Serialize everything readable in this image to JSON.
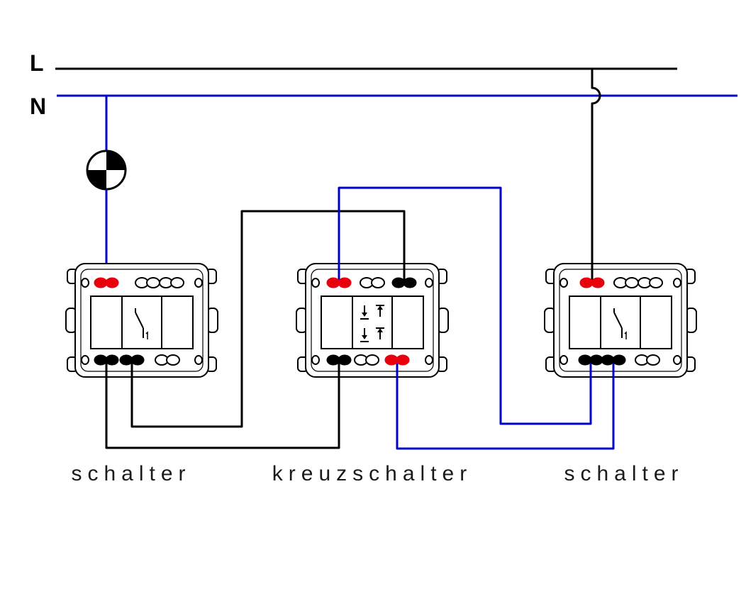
{
  "diagram": {
    "type": "electrical-wiring-diagram",
    "circuit": "kreuzschaltung: one lamp controlled from three positions (two two-way switches and one cross switch)",
    "conductor_labels": {
      "line": "L",
      "neutral": "N"
    },
    "labels": {
      "left": "schalter",
      "middle": "kreuzschalter",
      "right": "schalter"
    },
    "components": [
      {
        "id": "lamp",
        "kind": "lamp",
        "symbol": "quartered-circle",
        "connections": [
          "N busbar",
          "left schalter top red terminal"
        ]
      },
      {
        "id": "switch-left",
        "kind": "two-way switch insert",
        "label": "schalter",
        "terminals": {
          "top": [
            "red",
            "open",
            "open"
          ],
          "bottom": [
            "black",
            "black",
            "open"
          ]
        }
      },
      {
        "id": "switch-middle",
        "kind": "cross (intermediate) switch insert",
        "label": "kreuzschalter",
        "terminals": {
          "top": [
            "red",
            "open",
            "black"
          ],
          "bottom": [
            "black",
            "open",
            "red"
          ]
        }
      },
      {
        "id": "switch-right",
        "kind": "two-way switch insert",
        "label": "schalter",
        "terminals": {
          "top": [
            "red",
            "open",
            "open"
          ],
          "bottom": [
            "black",
            "black",
            "open"
          ]
        }
      }
    ],
    "wires": [
      {
        "name": "L busbar",
        "color": "black"
      },
      {
        "name": "N busbar",
        "color": "blue"
      },
      {
        "name": "line feed",
        "color": "black",
        "from": "L busbar",
        "to": "right schalter top red terminal",
        "note": "hops over N busbar"
      },
      {
        "name": "neutral to lamp",
        "color": "blue",
        "from": "N busbar",
        "to": "lamp"
      },
      {
        "name": "lamp to left switch",
        "color": "blue",
        "from": "lamp",
        "to": "left schalter top red terminal"
      },
      {
        "name": "corresponding wire 1",
        "color": "black",
        "from": "left schalter bottom terminal 1",
        "to": "kreuzschalter bottom-left black terminal"
      },
      {
        "name": "corresponding wire 2",
        "color": "black",
        "from": "left schalter bottom terminal 2",
        "to": "kreuzschalter top-right black terminal"
      },
      {
        "name": "corresponding wire 3",
        "color": "blue",
        "from": "kreuzschalter top-left red terminal",
        "to": "right schalter bottom terminal 1"
      },
      {
        "name": "corresponding wire 4",
        "color": "blue",
        "from": "kreuzschalter bottom-right red terminal",
        "to": "right schalter bottom terminal 2"
      }
    ],
    "colors": {
      "wire_black": "#000000",
      "wire_blue": "#0000c8",
      "terminal_red": "#e8000d",
      "terminal_black": "#000000",
      "background": "#ffffff",
      "text": "#1a1a1a"
    }
  }
}
